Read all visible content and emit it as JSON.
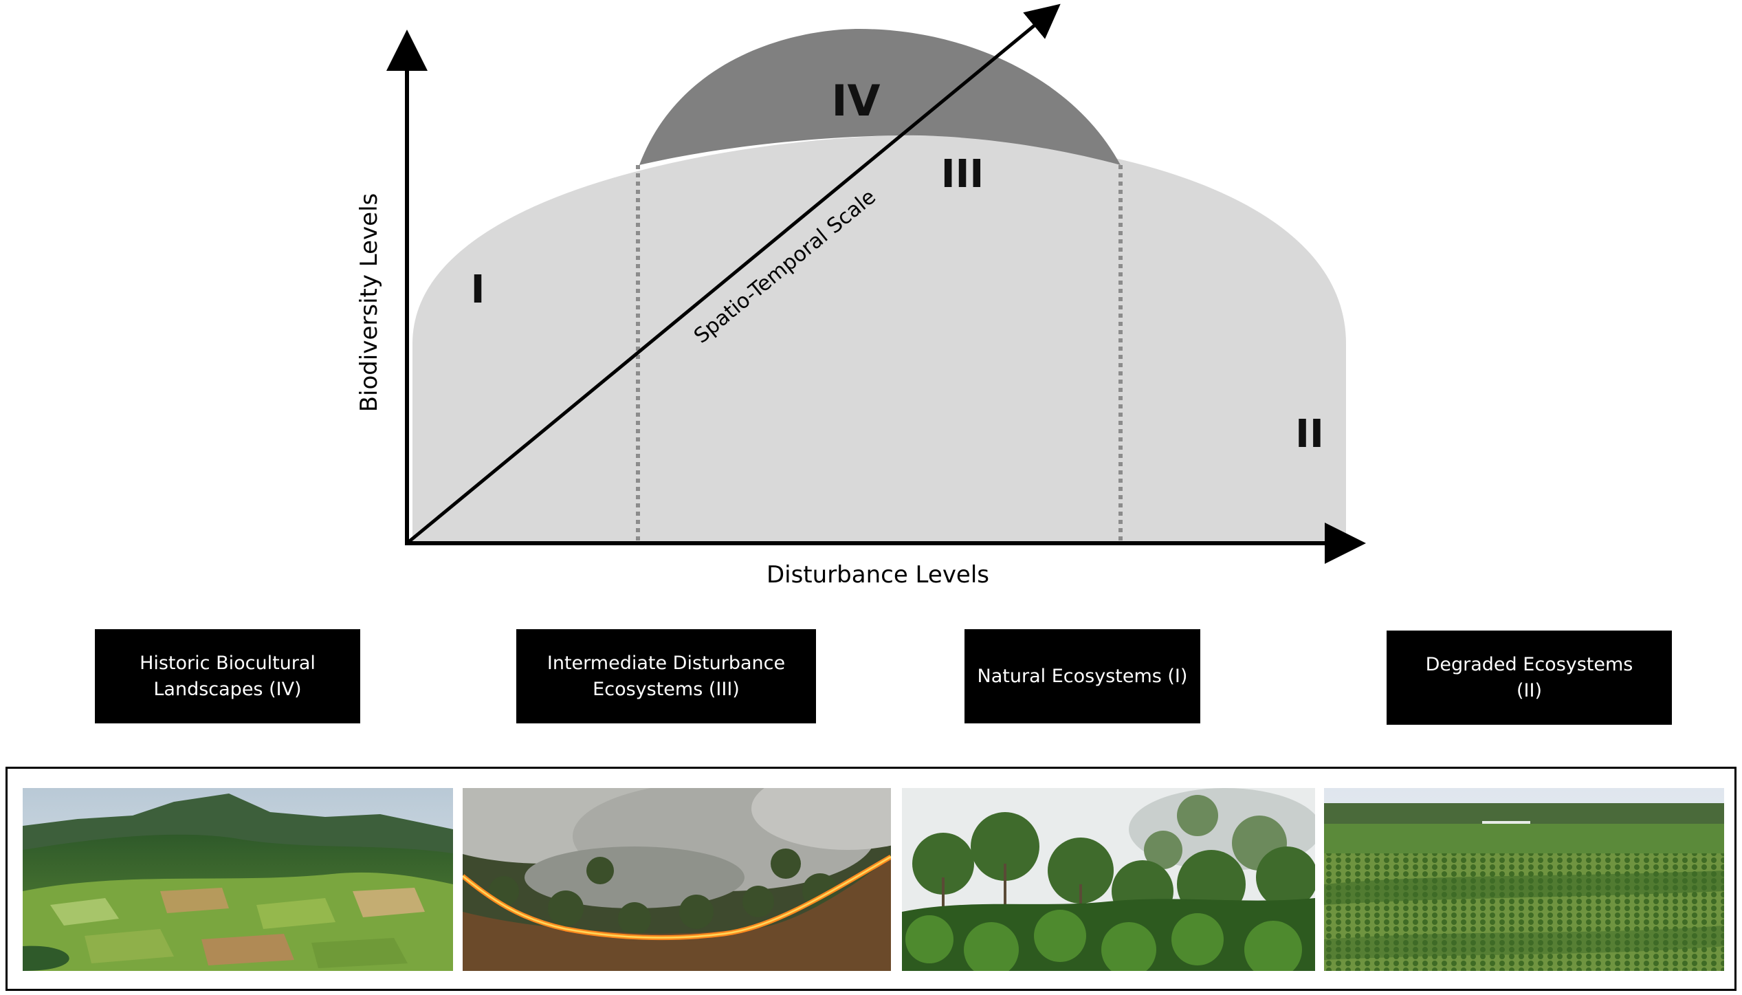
{
  "diagram": {
    "x_axis_label": "Disturbance Levels",
    "y_axis_label": "Biodiversity Levels",
    "diagonal_label": "Spatio-Temporal Scale",
    "zones": {
      "I": "I",
      "II": "II",
      "III": "III",
      "IV": "IV"
    },
    "colors": {
      "outer_region": "#d9d9d9",
      "top_region": "#808080",
      "axes": "#000000",
      "dotted_lines": "#8c8c8c"
    }
  },
  "ranking": {
    "boxes": [
      {
        "line1": "Historic Biocultural",
        "line2": "Landscapes (IV)"
      },
      {
        "line1": "Intermediate Disturbance",
        "line2": "Ecosystems (III)"
      },
      {
        "line1": "Natural Ecosystems (I)",
        "line2": ""
      },
      {
        "line1": "Degraded Ecosystems",
        "line2": "(II)"
      }
    ],
    "separator": ">"
  },
  "photos": [
    {
      "icon": "mountain-agricultural-landscape-photo"
    },
    {
      "icon": "forest-fire-photo"
    },
    {
      "icon": "misty-rainforest-photo"
    },
    {
      "icon": "palm-oil-plantation-photo"
    }
  ]
}
